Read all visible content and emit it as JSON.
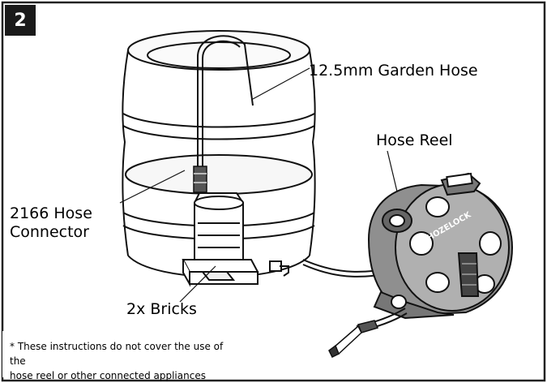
{
  "step": {
    "number": "2"
  },
  "labels": {
    "garden_hose": "12.5mm Garden Hose",
    "hose_reel": "Hose Reel",
    "hose_connector_line1": "2166 Hose",
    "hose_connector_line2": "Connector",
    "bricks": "2x Bricks",
    "reel_brand": "HOZELOCK"
  },
  "footnote": {
    "line1": "* These instructions do not cover the use of the",
    "line2": "hose reel or other connected appliances"
  },
  "colors": {
    "frame": "#222222",
    "badge_bg": "#1a1a1a",
    "line": "#111111",
    "water": "#f2f2f2",
    "reel_fill": "#9a9a9a",
    "reel_dark": "#555555"
  }
}
